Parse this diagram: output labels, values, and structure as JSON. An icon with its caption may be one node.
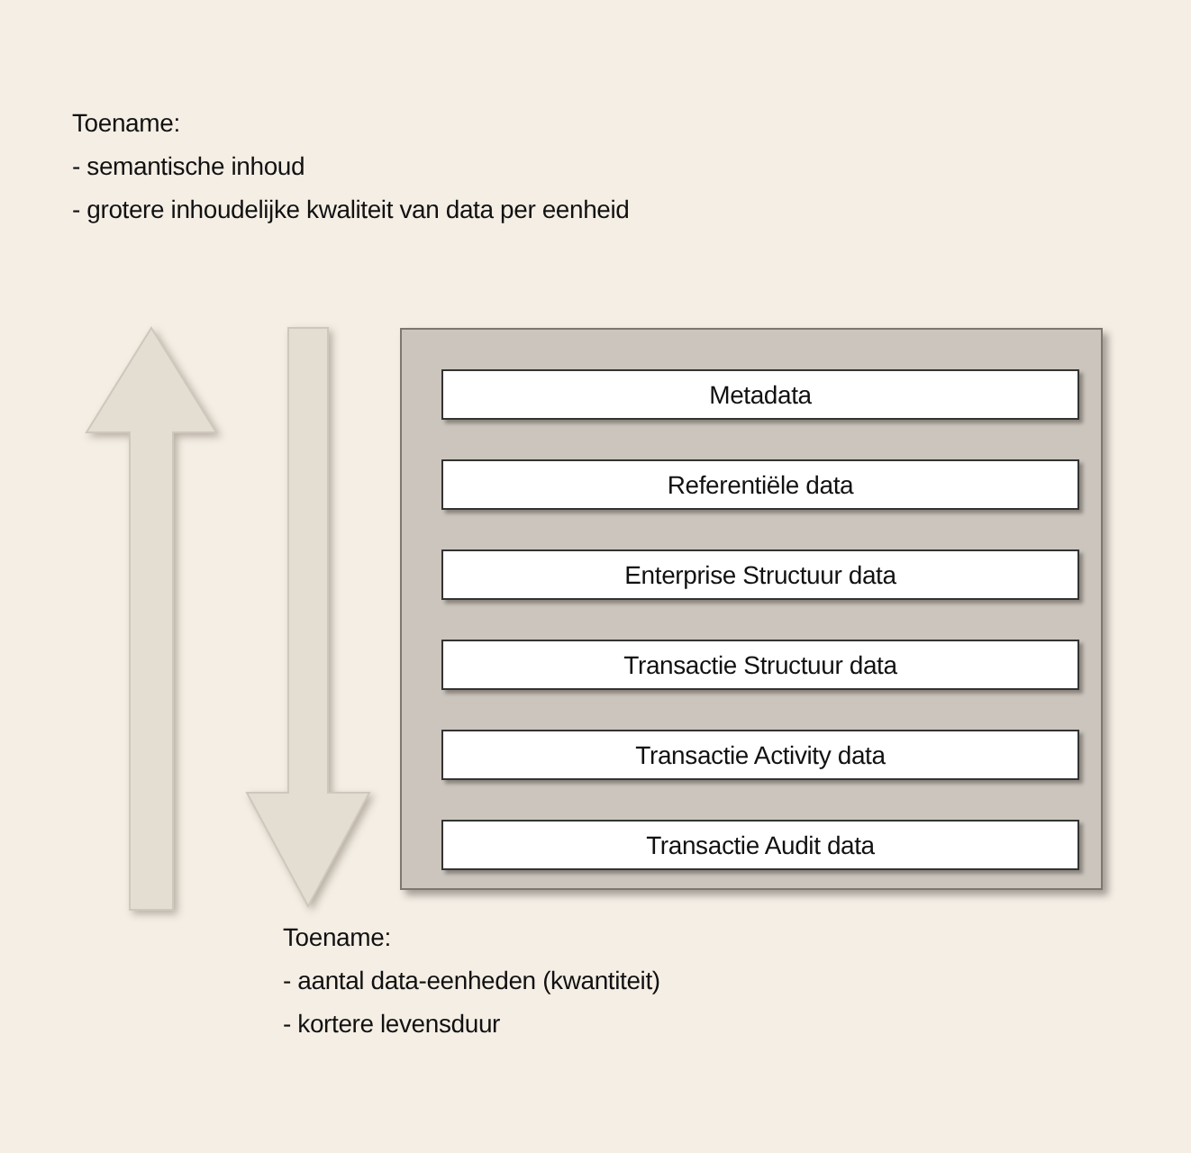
{
  "diagram": {
    "nodes": [
      {
        "text": [],
        "shape": "box"
      },
      {
        "text": [
          "Metadata"
        ],
        "in": 0
      },
      {
        "text": [
          "Referentiële data"
        ],
        "in": 0
      },
      {
        "text": [
          "Enterprise Structuur data"
        ],
        "in": 0
      },
      {
        "text": [
          "Transactie Structuur data"
        ],
        "in": 0
      },
      {
        "text": [
          "Transactie Activity data"
        ],
        "in": 0
      },
      {
        "text": [
          "Transactie Audit data"
        ],
        "in": 0
      }
    ],
    "edges": [],
    "labels": [
      "Toename:",
      "- semantische inhoud",
      "- grotere inhoudelijke kwaliteit van data per eenheid",
      "Toename:",
      "- aantal data-eenheden (kwantiteit)",
      "- kortere levensduur"
    ]
  }
}
